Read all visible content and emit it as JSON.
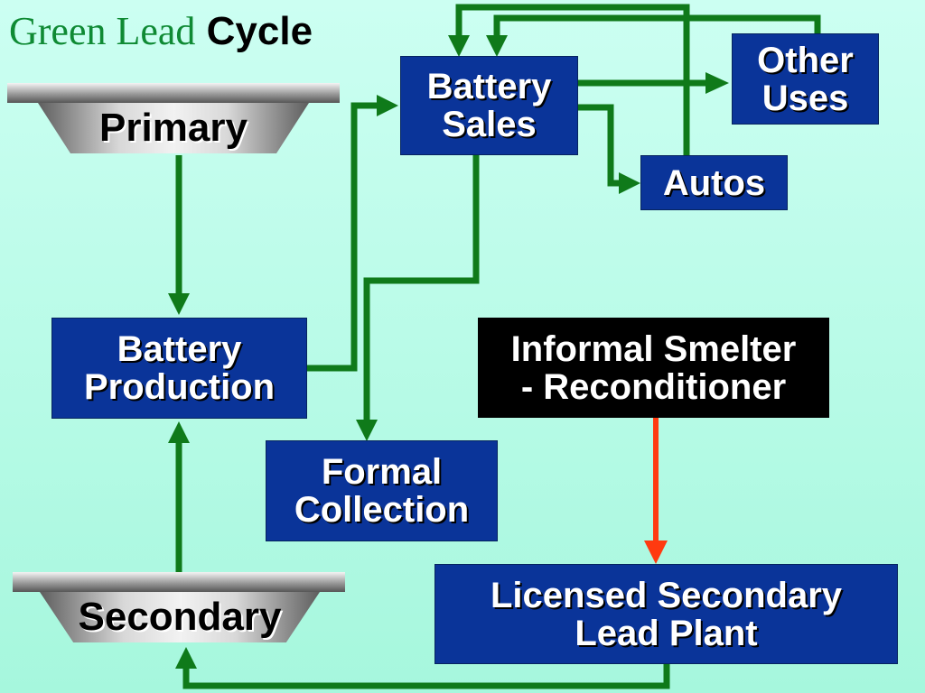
{
  "title": {
    "part1": "Green Lead",
    "part2": "Cycle"
  },
  "nodes": {
    "primary": "Primary",
    "secondary": "Secondary",
    "battery_sales": "Battery\nSales",
    "other_uses": "Other\nUses",
    "autos": "Autos",
    "battery_production": "Battery\nProduction",
    "informal_smelter": "Informal Smelter\n- Reconditioner",
    "formal_collection": "Formal\nCollection",
    "licensed_plant": "Licensed Secondary\nLead Plant"
  },
  "colors": {
    "background": "#b8fbe6",
    "title_green": "#0f8a34",
    "box_blue": "#0a3499",
    "informal_box": "#000000",
    "flow_arrow": "#0f7a1a",
    "informal_arrow": "#ff3a10"
  }
}
